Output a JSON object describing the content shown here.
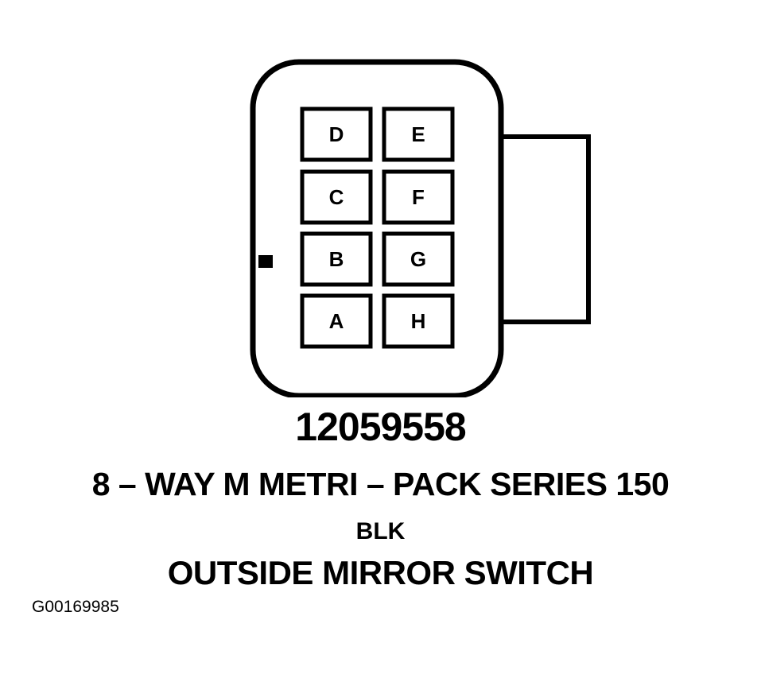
{
  "connector": {
    "pins": [
      {
        "label": "D"
      },
      {
        "label": "E"
      },
      {
        "label": "C"
      },
      {
        "label": "F"
      },
      {
        "label": "B"
      },
      {
        "label": "G"
      },
      {
        "label": "A"
      },
      {
        "label": "H"
      }
    ]
  },
  "captions": {
    "part_number": "12059558",
    "connector_description": "8 – WAY M METRI – PACK SERIES 150",
    "color_code": "BLK",
    "component_name": "OUTSIDE MIRROR SWITCH"
  },
  "figure_id": "G00169985"
}
